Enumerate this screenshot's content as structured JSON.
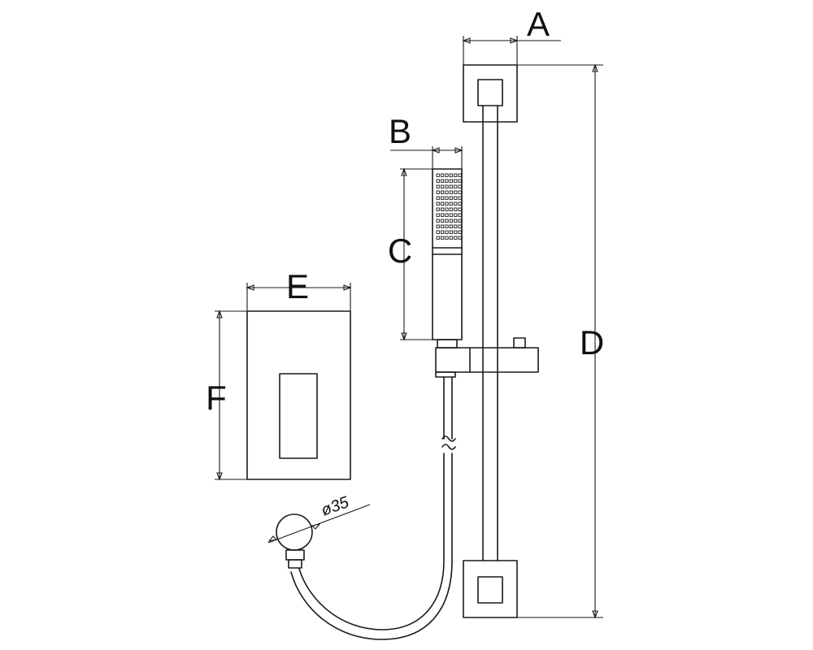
{
  "dimensions": {
    "a": "A",
    "b": "B",
    "c": "C",
    "d": "D",
    "e": "E",
    "f": "F"
  },
  "outlet_diameter": "ø35"
}
